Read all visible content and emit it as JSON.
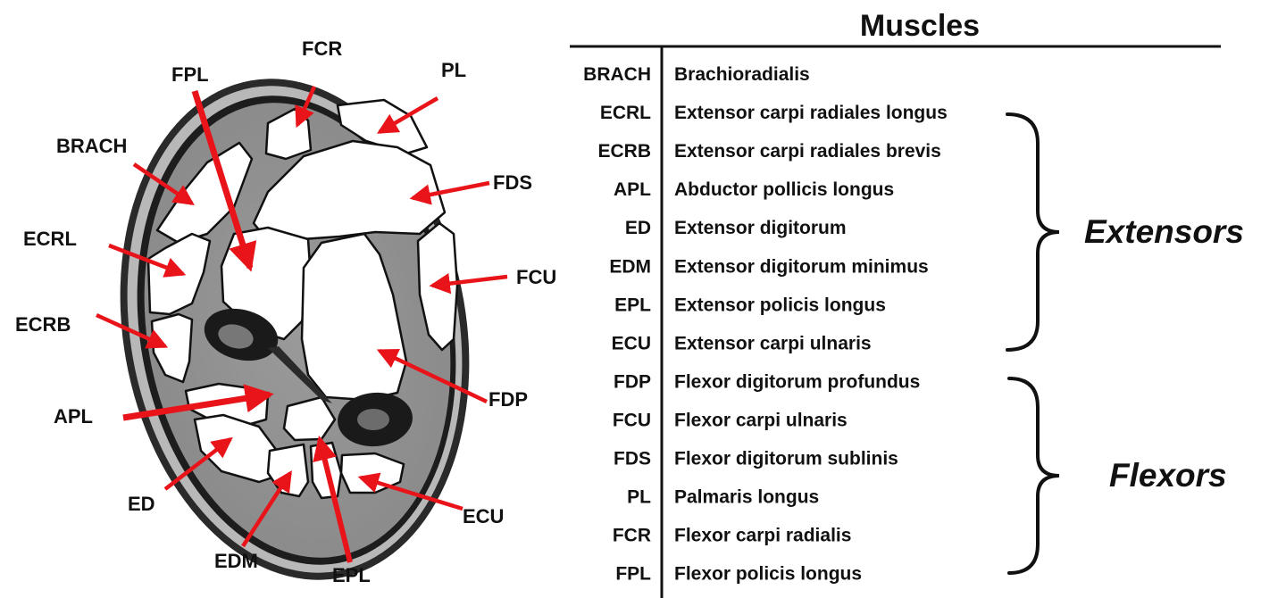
{
  "table": {
    "title": "Muscles",
    "rows": [
      {
        "abbr": "BRACH",
        "name": "Brachioradialis"
      },
      {
        "abbr": "ECRL",
        "name": "Extensor carpi radiales longus"
      },
      {
        "abbr": "ECRB",
        "name": "Extensor carpi radiales brevis"
      },
      {
        "abbr": "APL",
        "name": "Abductor pollicis longus"
      },
      {
        "abbr": "ED",
        "name": "Extensor digitorum"
      },
      {
        "abbr": "EDM",
        "name": "Extensor digitorum minimus"
      },
      {
        "abbr": "EPL",
        "name": "Extensor policis longus"
      },
      {
        "abbr": "ECU",
        "name": "Extensor carpi ulnaris"
      },
      {
        "abbr": "FDP",
        "name": "Flexor digitorum profundus"
      },
      {
        "abbr": "FCU",
        "name": "Flexor carpi ulnaris"
      },
      {
        "abbr": "FDS",
        "name": "Flexor digitorum sublinis"
      },
      {
        "abbr": "PL",
        "name": "Palmaris longus"
      },
      {
        "abbr": "FCR",
        "name": "Flexor carpi radialis"
      },
      {
        "abbr": "FPL",
        "name": "Flexor policis longus"
      }
    ],
    "groups": {
      "extensors": "Extensors",
      "flexors": "Flexors"
    }
  },
  "diagram": {
    "labels": {
      "fcr": "FCR",
      "pl": "PL",
      "fpl": "FPL",
      "brach": "BRACH",
      "fds": "FDS",
      "ecrl": "ECRL",
      "fcu": "FCU",
      "ecrb": "ECRB",
      "apl": "APL",
      "fdp": "FDP",
      "ed": "ED",
      "ecu": "ECU",
      "edm": "EDM",
      "epl": "EPL"
    },
    "arrow_color": "#e8141a"
  }
}
